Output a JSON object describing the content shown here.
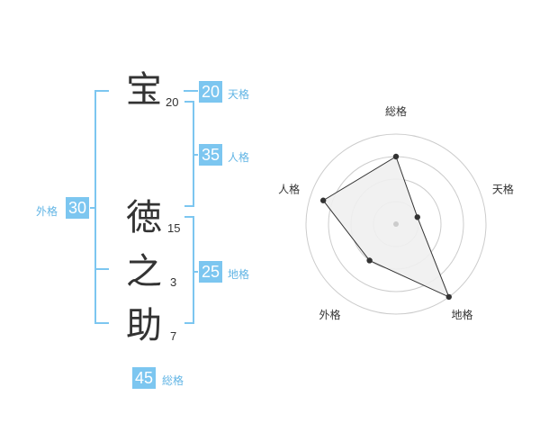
{
  "name": {
    "chars": [
      {
        "char": "宝",
        "strokes": "20"
      },
      {
        "char": "徳",
        "strokes": "15"
      },
      {
        "char": "之",
        "strokes": "3"
      },
      {
        "char": "助",
        "strokes": "7"
      }
    ]
  },
  "kakusu": {
    "tenkaku": {
      "value": "20",
      "label": "天格"
    },
    "jinkaku": {
      "value": "35",
      "label": "人格"
    },
    "chikaku": {
      "value": "25",
      "label": "地格"
    },
    "gaikaku": {
      "value": "30",
      "label": "外格"
    },
    "soukaku": {
      "value": "45",
      "label": "総格"
    }
  },
  "chart_data": {
    "type": "radar",
    "axes": [
      "総格",
      "天格",
      "地格",
      "外格",
      "人格"
    ],
    "values": [
      0.75,
      0.25,
      1.0,
      0.5,
      0.85
    ],
    "rings": 4,
    "colors": {
      "fill": "#efefef",
      "line": "#333333",
      "ring": "#cccccc",
      "point": "#333333"
    }
  }
}
